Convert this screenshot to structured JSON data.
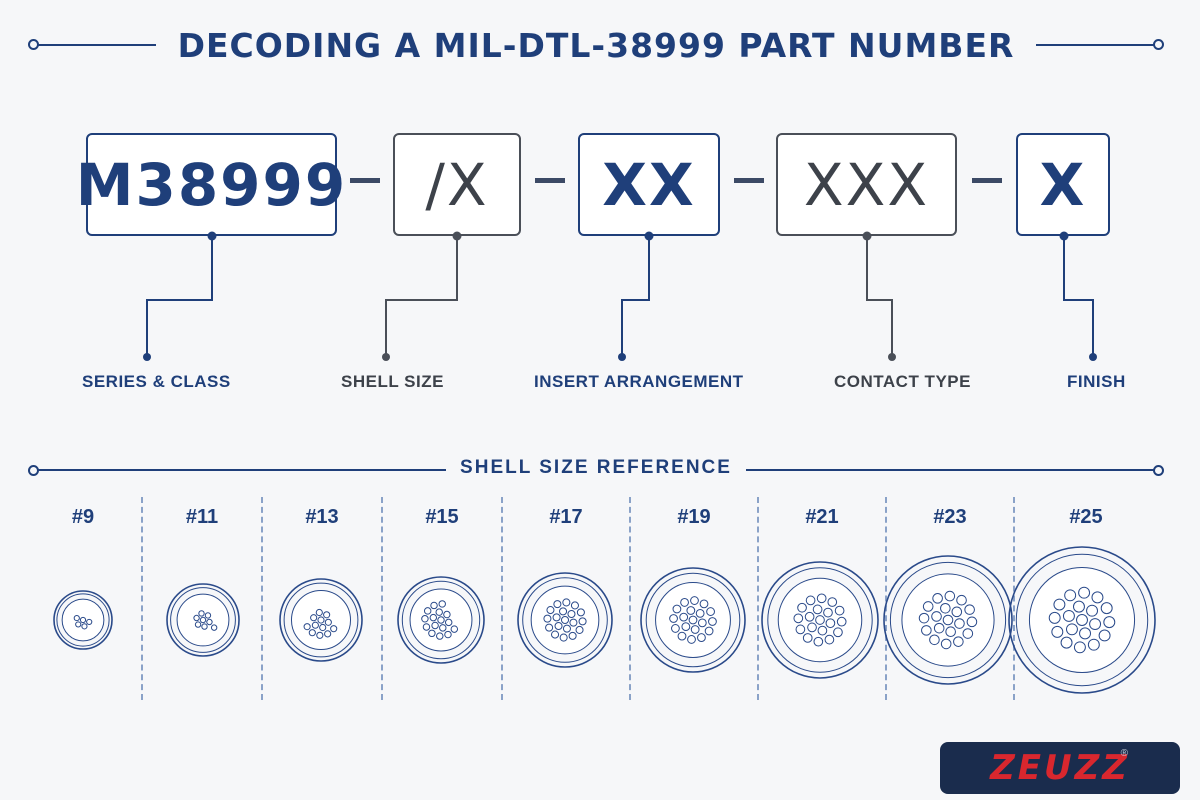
{
  "title": "DECODING A MIL-DTL-38999 PART NUMBER",
  "segments": {
    "series": "M38999",
    "shell": "/X",
    "insert": "XX",
    "contact": "XXX",
    "finish": "X"
  },
  "labels": {
    "series": "SERIES & CLASS",
    "shell": "SHELL SIZE",
    "insert": "INSERT ARRANGEMENT",
    "contact": "CONTACT TYPE",
    "finish": "FINISH"
  },
  "reference_title": "SHELL SIZE REFERENCE",
  "shell_sizes": [
    "#9",
    "#11",
    "#13",
    "#15",
    "#17",
    "#19",
    "#21",
    "#23",
    "#25"
  ],
  "logo": "ZEUZZ",
  "logo_mark": "®",
  "colors": {
    "navy": "#1f3f7a",
    "gray": "#3d424a",
    "logo_bg": "#1a2c4d",
    "logo_red": "#d9272e"
  }
}
